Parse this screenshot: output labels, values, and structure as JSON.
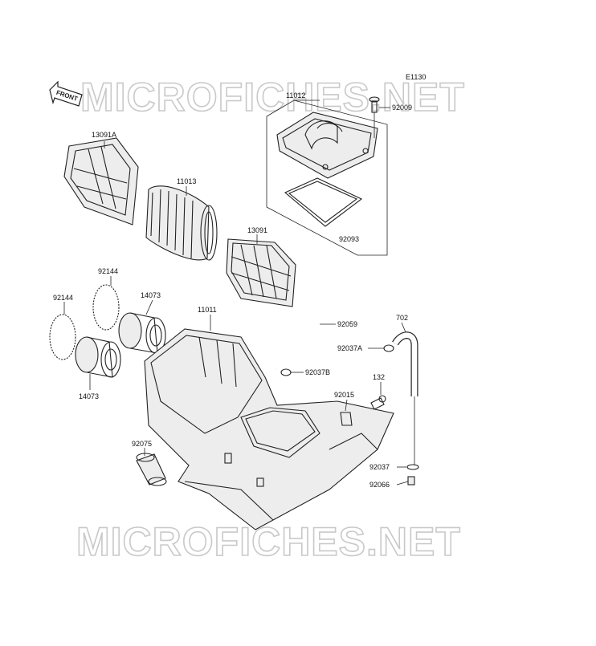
{
  "diagram_code": "E1130",
  "watermark": "MICROFICHES.NET",
  "front_label": "FRONT",
  "labels": {
    "p11012": "11012",
    "p92009": "92009",
    "p13091A": "13091A",
    "p11013": "11013",
    "p13091": "13091",
    "p92093": "92093",
    "p92144a": "92144",
    "p92144b": "92144",
    "p14073a": "14073",
    "p14073b": "14073",
    "p11011": "11011",
    "p92059": "92059",
    "p702": "702",
    "p92037A": "92037A",
    "p92037B": "92037B",
    "p132": "132",
    "p92015": "92015",
    "p92075": "92075",
    "p92037": "92037",
    "p92066": "92066"
  }
}
